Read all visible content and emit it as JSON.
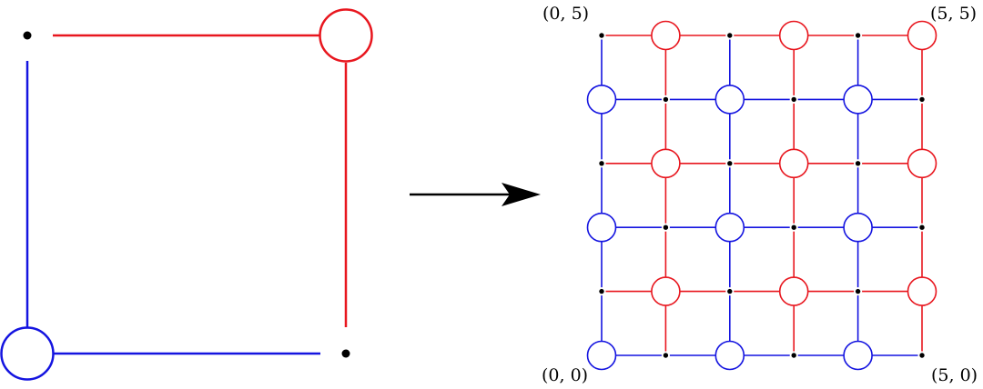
{
  "colors": {
    "red": "#e8161e",
    "blue": "#1414e0",
    "black": "#000000"
  },
  "corner_labels": {
    "top_left": "(0, 5)",
    "top_right": "(5, 5)",
    "bottom_left": "(0, 0)",
    "bottom_right": "(5, 0)"
  },
  "grid": {
    "size": 5,
    "site_pattern": [
      [
        "dot",
        "red-circle",
        "dot",
        "red-circle",
        "dot",
        "red-circle"
      ],
      [
        "blue-circle",
        "dot",
        "blue-circle",
        "dot",
        "blue-circle",
        "dot"
      ],
      [
        "dot",
        "red-circle",
        "dot",
        "red-circle",
        "dot",
        "red-circle"
      ],
      [
        "blue-circle",
        "dot",
        "blue-circle",
        "dot",
        "blue-circle",
        "dot"
      ],
      [
        "dot",
        "red-circle",
        "dot",
        "red-circle",
        "dot",
        "red-circle"
      ],
      [
        "blue-circle",
        "dot",
        "blue-circle",
        "dot",
        "blue-circle",
        "dot"
      ]
    ]
  },
  "arrow": {
    "direction": "right"
  }
}
